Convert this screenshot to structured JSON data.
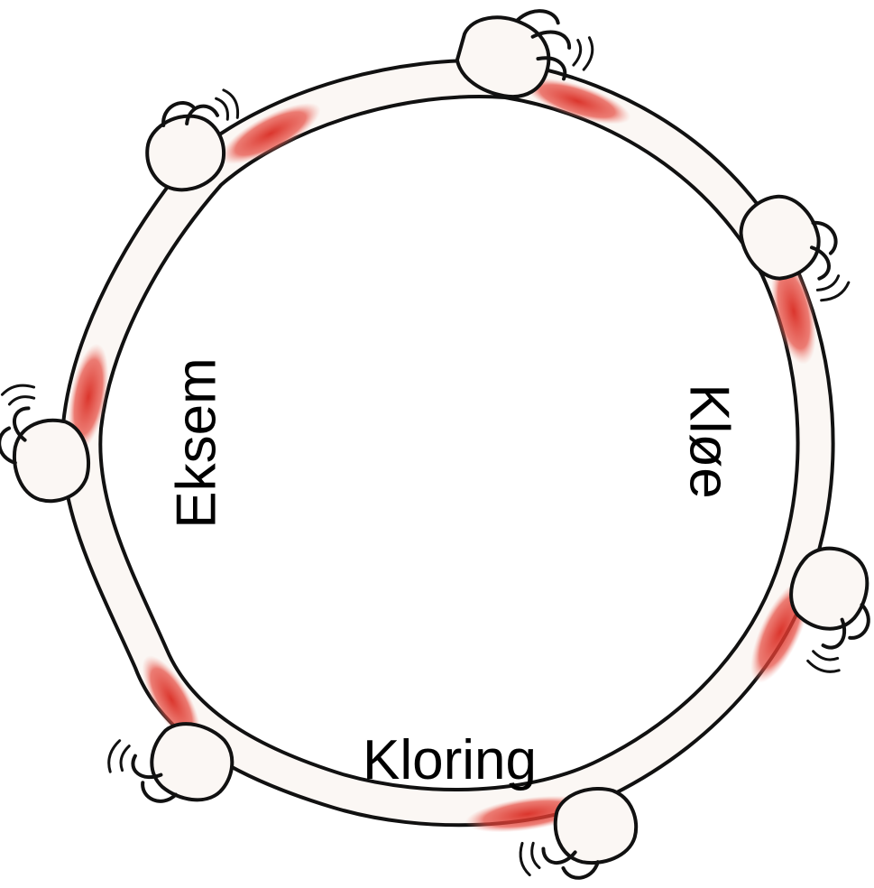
{
  "labels": {
    "left": "Eksem",
    "right": "Kløe",
    "bottom": "Kloring"
  },
  "colors": {
    "outline": "#111111",
    "arm_fill": "#fbf7f4",
    "scratch_red": "#d92b22",
    "background": "#ffffff"
  },
  "illustration": {
    "subject": "ring of arms, each hand scratching the next arm",
    "icons": [
      "scratching-hand-icon",
      "reddened-skin-patch"
    ]
  }
}
